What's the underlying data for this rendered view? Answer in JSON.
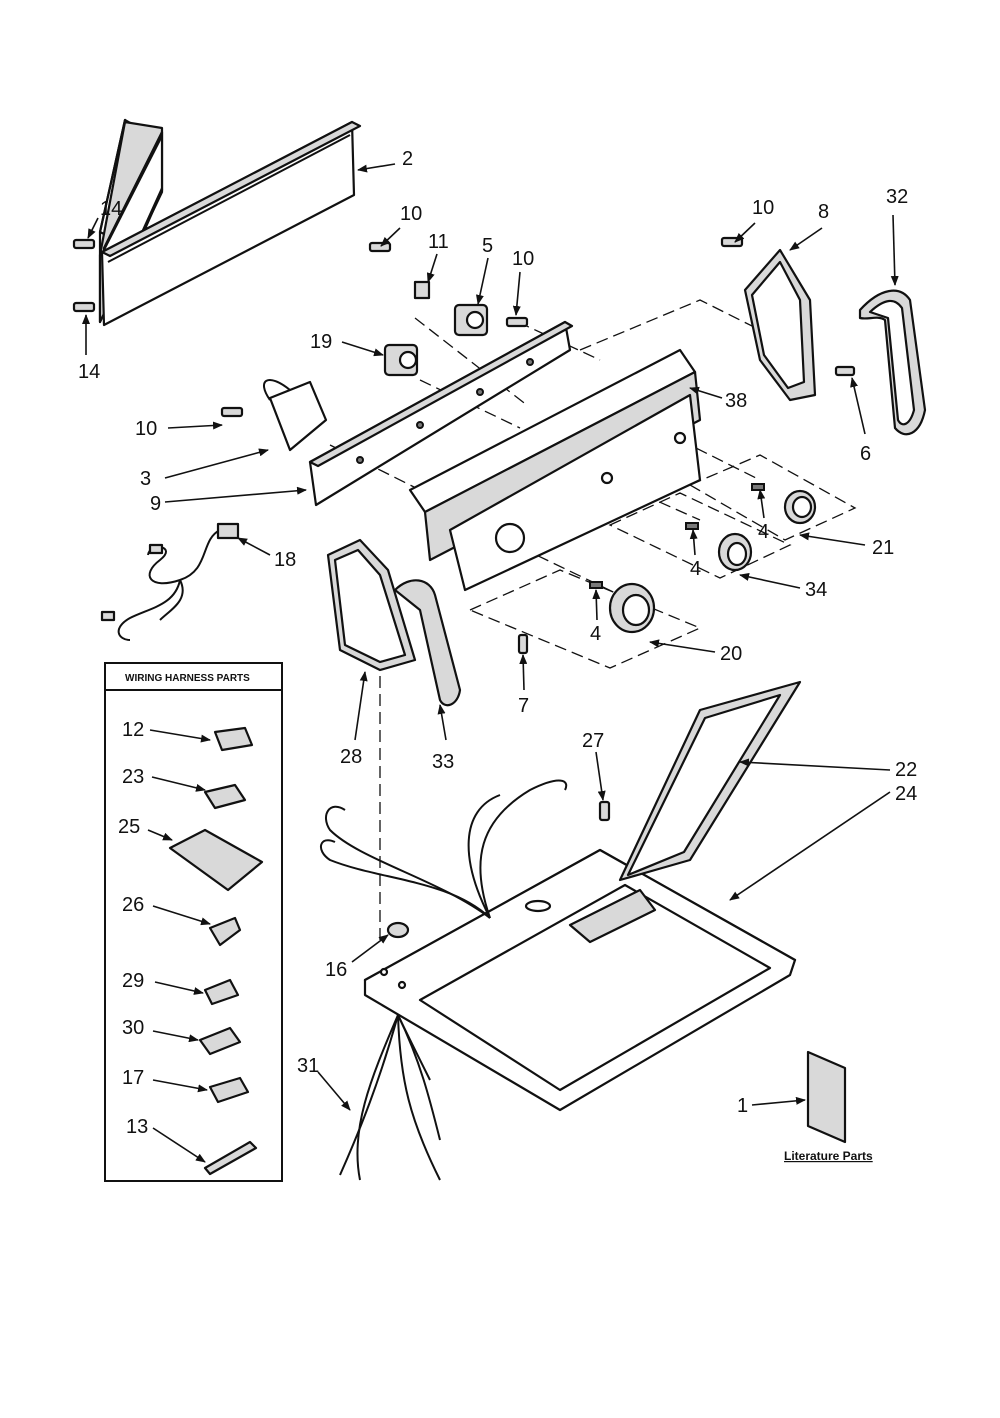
{
  "callouts": {
    "c1": "1",
    "c2": "2",
    "c3": "3",
    "c4a": "4",
    "c4b": "4",
    "c4c": "4",
    "c5": "5",
    "c6": "6",
    "c7": "7",
    "c8": "8",
    "c9": "9",
    "c10a": "10",
    "c10b": "10",
    "c10c": "10",
    "c10d": "10",
    "c11": "11",
    "c12": "12",
    "c13": "13",
    "c14a": "14",
    "c14b": "14",
    "c16": "16",
    "c17": "17",
    "c18": "18",
    "c19": "19",
    "c20": "20",
    "c21": "21",
    "c22": "22",
    "c23": "23",
    "c24": "24",
    "c25": "25",
    "c26": "26",
    "c27": "27",
    "c28": "28",
    "c29": "29",
    "c30": "30",
    "c31": "31",
    "c32": "32",
    "c33": "33",
    "c34": "34",
    "c38": "38"
  },
  "wiring_box": {
    "title": "WIRING HARNESS PARTS"
  },
  "literature": {
    "label": "Literature Parts"
  }
}
